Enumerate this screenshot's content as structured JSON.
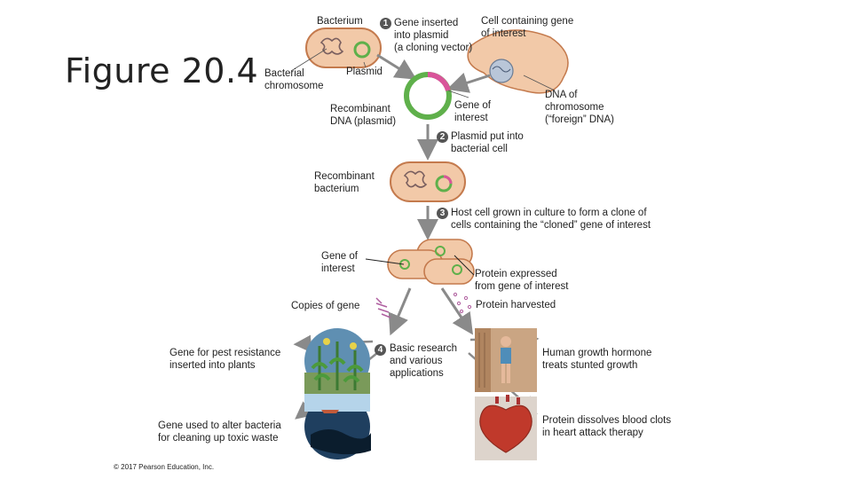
{
  "title": "Figure 20.4",
  "labels": {
    "bacterium": "Bacterium",
    "bacterial_chromosome": "Bacterial\nchromosome",
    "plasmid": "Plasmid",
    "cell_containing_gene": "Cell containing gene\nof interest",
    "gene_inserted": "Gene inserted\ninto plasmid\n(a cloning vector)",
    "dna_of_chromosome": "DNA of\nchromosome\n(“foreign” DNA)",
    "recombinant_dna": "Recombinant\nDNA (plasmid)",
    "gene_of_interest_1": "Gene of\ninterest",
    "plasmid_put_into": "Plasmid put into\nbacterial cell",
    "recombinant_bacterium": "Recombinant\nbacterium",
    "host_cell_grown": "Host cell grown in culture to form a clone of\ncells containing the “cloned” gene of interest",
    "gene_of_interest_2": "Gene of\ninterest",
    "protein_expressed": "Protein expressed\nfrom gene of interest",
    "copies_of_gene": "Copies of gene",
    "protein_harvested": "Protein harvested",
    "basic_research": "Basic research\nand various\napplications",
    "pest_resistance": "Gene for pest resistance\ninserted into plants",
    "alter_bacteria": "Gene used to alter bacteria\nfor cleaning up toxic waste",
    "growth_hormone": "Human growth hormone\ntreats stunted growth",
    "blood_clots": "Protein dissolves blood clots\nin heart attack therapy"
  },
  "steps": {
    "s1": "1",
    "s2": "2",
    "s3": "3",
    "s4": "4"
  },
  "copyright": "© 2017 Pearson Education, Inc.",
  "colors": {
    "cell_fill": "#f2c9a8",
    "cell_border": "#c47a4d",
    "plasmid_green": "#5fb04b",
    "gene_pink": "#d9559a",
    "arrow_gray": "#8a8a8a"
  }
}
